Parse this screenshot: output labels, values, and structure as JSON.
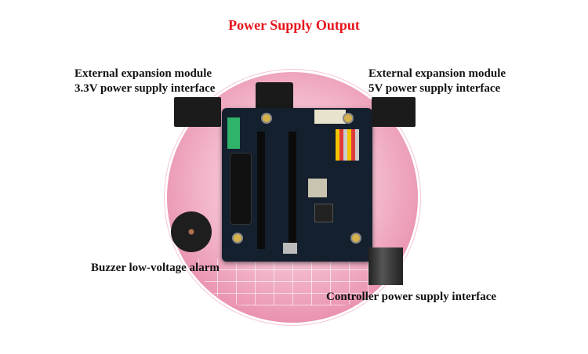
{
  "title": "Power Supply Output",
  "labels": {
    "ext_33_line1": "External expansion module",
    "ext_33_line2": "3.3V power supply interface",
    "ext_5_line1": "External expansion module",
    "ext_5_line2": "5V power supply interface",
    "buzzer": "Buzzer low-voltage alarm",
    "controller_power": "Controller power supply interface"
  },
  "colors": {
    "title": "#e8141b"
  }
}
